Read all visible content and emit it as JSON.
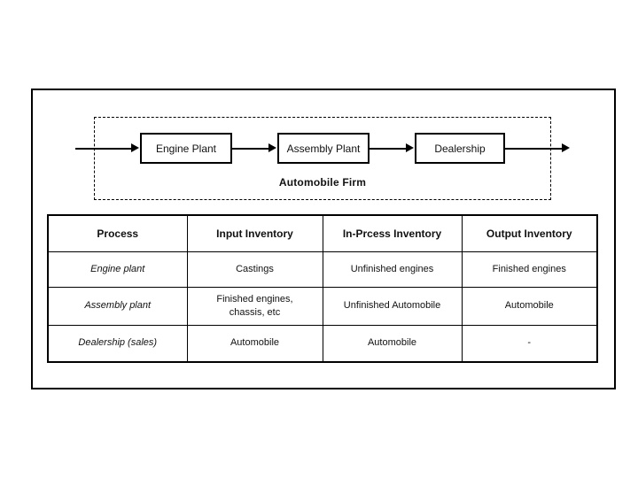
{
  "colors": {
    "background": "#ffffff",
    "border": "#000000",
    "text": "#111111"
  },
  "diagram": {
    "caption": "Automobile Firm",
    "nodes": [
      {
        "label": "Engine Plant"
      },
      {
        "label": "Assembly Plant"
      },
      {
        "label": "Dealership"
      }
    ],
    "arrows": [
      "input-to-engine-plant",
      "engine-plant-to-assembly-plant",
      "assembly-plant-to-dealership",
      "dealership-to-output"
    ]
  },
  "table": {
    "headers": [
      "Process",
      "Input Inventory",
      "In-Prcess Inventory",
      "Output Inventory"
    ],
    "rows": [
      [
        "Engine plant",
        "Castings",
        "Unfinished engines",
        "Finished engines"
      ],
      [
        "Assembly plant",
        "Finished engines,\nchassis, etc",
        "Unfinished Automobile",
        "Automobile"
      ],
      [
        "Dealership (sales)",
        "Automobile",
        "Automobile",
        "-"
      ]
    ]
  }
}
